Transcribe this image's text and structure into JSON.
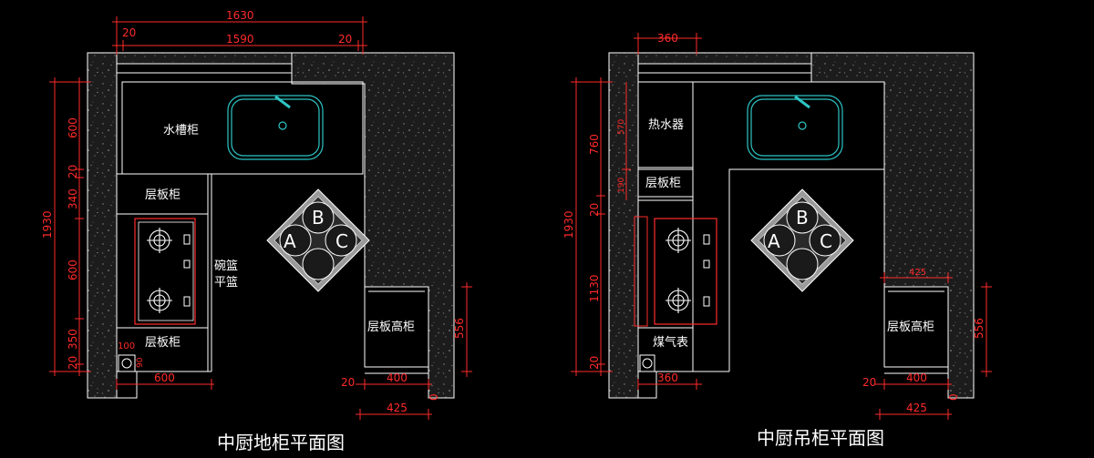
{
  "plans": [
    {
      "caption": "中厨地柜平面图",
      "labels": {
        "sink_cabinet": "水槽柜",
        "shelf_top": "层板柜",
        "shelf_bottom": "层板柜",
        "basket_line1": "碗篮",
        "basket_line2": "平篮",
        "tall_cabinet": "层板高柜"
      },
      "dims": {
        "top_total": "1630",
        "top_left_gap": "20",
        "top_inner": "1590",
        "top_right_gap": "20",
        "left_total": "1930",
        "left_600": "600",
        "left_20a": "20",
        "left_340": "340",
        "left_600b": "600",
        "left_350": "350",
        "left_20b": "20",
        "bottom_100": "100",
        "bottom_90": "90",
        "bottom_600": "600",
        "tall_20": "20",
        "tall_400": "400",
        "tall_425": "425",
        "tall_556": "556",
        "tall_0": "0"
      }
    },
    {
      "caption": "中厨吊柜平面图",
      "labels": {
        "heater": "热水器",
        "shelf": "层板柜",
        "gas_meter": "煤气表",
        "tall_cabinet": "层板高柜"
      },
      "dims": {
        "top_360": "360",
        "left_total": "1930",
        "left_760": "760",
        "left_570": "570",
        "left_190": "190",
        "left_20a": "20",
        "left_1130": "1130",
        "left_20b": "20",
        "bottom_360": "360",
        "tall_425_top": "425",
        "tall_20": "20",
        "tall_400": "400",
        "tall_425": "425",
        "tall_556": "556",
        "tall_0": "0"
      }
    }
  ],
  "island": {
    "a": "A",
    "b": "B",
    "c": "C"
  },
  "colors": {
    "dimension": "#ff2a2a",
    "line": "#ffffff",
    "sink": "#2ec4c4",
    "background": "#000000"
  }
}
